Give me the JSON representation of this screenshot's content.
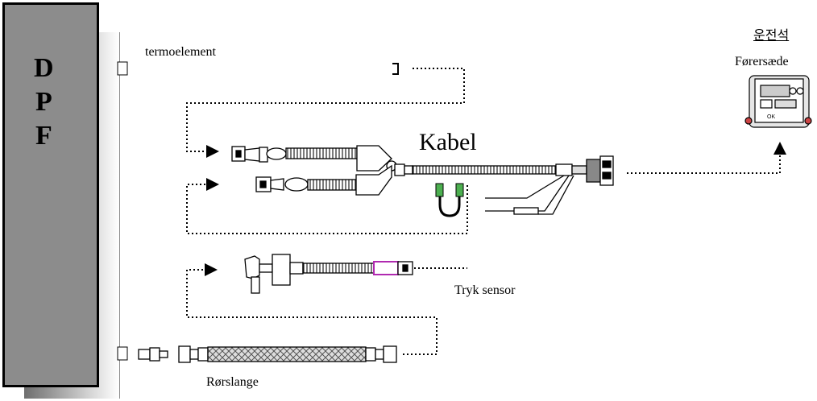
{
  "dpf": {
    "letters": [
      "D",
      "P",
      "F"
    ]
  },
  "labels": {
    "thermocouple": "termoelement",
    "cable": "Kabel",
    "driver_seat_korean": "운전석",
    "driver_seat": "Førersæde",
    "pressure_sensor": "Tryk sensor",
    "pipe_hose": "Rørslange"
  },
  "colors": {
    "dpf_face": "#8c8c8c",
    "outline": "#000000",
    "sensor_highlight": "#b02ab0",
    "clip_green": "#4caf50"
  }
}
